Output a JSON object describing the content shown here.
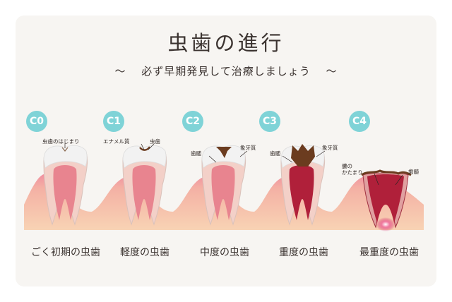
{
  "title": "虫歯の進行",
  "subtitle": "～　 必ず早期発見して治療しましょう　 ～",
  "stages": [
    {
      "code": "C0",
      "label": "ごく初期の虫歯",
      "annotations": [
        "虫歯のはじまり"
      ]
    },
    {
      "code": "C1",
      "label": "軽度の虫歯",
      "annotations": [
        "エナメル質",
        "虫歯"
      ]
    },
    {
      "code": "C2",
      "label": "中度の虫歯",
      "annotations": [
        "歯髄",
        "象牙質"
      ]
    },
    {
      "code": "C3",
      "label": "重度の虫歯",
      "annotations": [
        "歯髄",
        "象牙質"
      ]
    },
    {
      "code": "C4",
      "label": "最重度の虫歯",
      "annotations": [
        "膿の",
        "かたまり",
        "歯髄"
      ]
    }
  ],
  "colors": {
    "badge": "#7fd3d7",
    "gum": "#f6c7a6",
    "gum_top": "#f08fa0",
    "enamel": "#f2f2f2",
    "dentin": "#f3d0c8",
    "pulp": "#e8848f",
    "decay": "#6b3c1f"
  }
}
